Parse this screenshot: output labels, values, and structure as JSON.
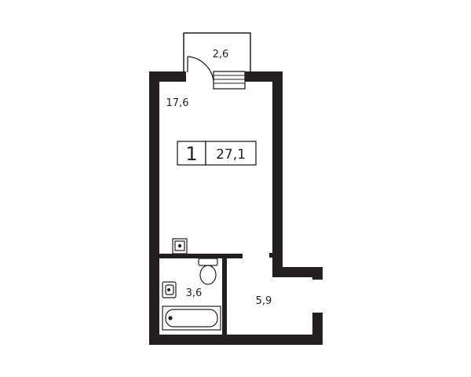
{
  "apartment": {
    "rooms_count": "1",
    "total_area": "27,1"
  },
  "rooms": {
    "balcony_area": "2,6",
    "living_area": "17,6",
    "bathroom_area": "3,6",
    "hallway_area": "5,9"
  },
  "colors": {
    "wall": "#231f20",
    "background": "#ffffff"
  }
}
